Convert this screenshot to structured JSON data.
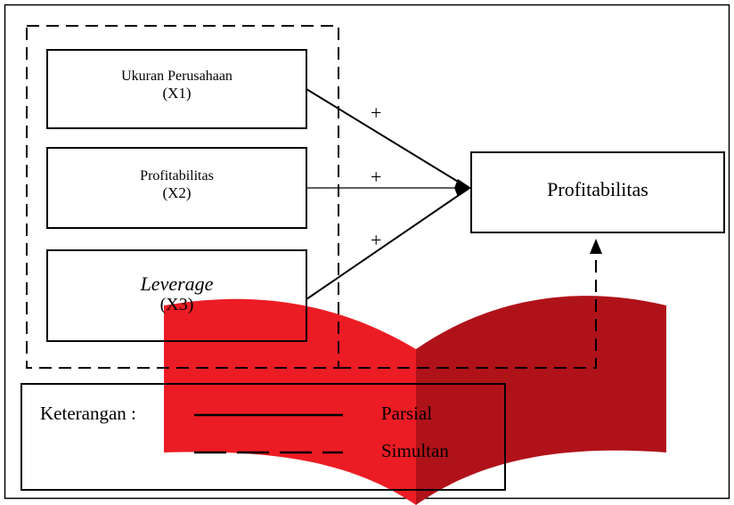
{
  "diagram": {
    "independent_vars": [
      {
        "name": "Ukuran Perusahaan",
        "code": "(X1)",
        "italic": false
      },
      {
        "name": "Profitabilitas",
        "code": "(X2)",
        "italic": false
      },
      {
        "name": "Leverage",
        "code": "(X3)",
        "italic": true
      }
    ],
    "dependent_var": {
      "name": "Profitabilitas"
    },
    "signs": [
      "+",
      "+",
      "+"
    ],
    "legend": {
      "title": "Keterangan :",
      "solid_label": "Parsial",
      "dashed_label": "Simultan"
    }
  },
  "colors": {
    "stroke": "#000000",
    "book_light": "#ec1c24",
    "book_dark": "#b01219"
  }
}
